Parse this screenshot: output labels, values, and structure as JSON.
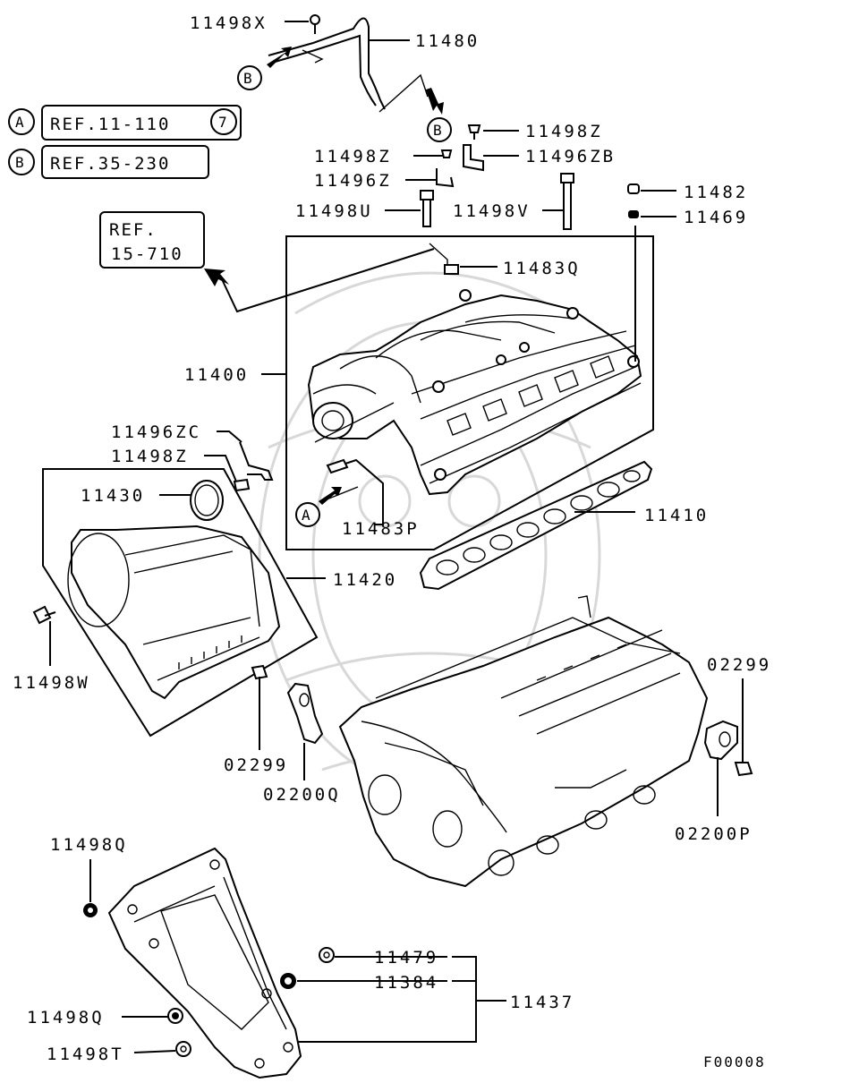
{
  "diagram": {
    "code": "F00008",
    "markers": {
      "a": "A",
      "b": "B",
      "seven": "7"
    },
    "refs": [
      {
        "marker": "A",
        "text": "REF.11-110"
      },
      {
        "marker": "B",
        "text": "REF.35-230"
      }
    ],
    "ref_box": {
      "line1": "REF.",
      "line2": "15-710"
    },
    "labels": {
      "p11498x": "11498X",
      "p11480": "11480",
      "p11498z_top": "11498Z",
      "p11498z_mid": "11498Z",
      "p11496zb": "11496ZB",
      "p11496z": "11496Z",
      "p11498u": "11498U",
      "p11498v": "11498V",
      "p11482": "11482",
      "p11469": "11469",
      "p11483q": "11483Q",
      "p11400": "11400",
      "p11496zc": "11496ZC",
      "p11498z_left": "11498Z",
      "p11430": "11430",
      "p11483p": "11483P",
      "p11410": "11410",
      "p11420": "11420",
      "p11498w": "11498W",
      "p02299_left": "02299",
      "p02200q": "02200Q",
      "p02299_right": "02299",
      "p02200p": "02200P",
      "p11498q_top": "11498Q",
      "p11479": "11479",
      "p11384": "11384",
      "p11437": "11437",
      "p11498q_bot": "11498Q",
      "p11498t": "11498T"
    }
  }
}
